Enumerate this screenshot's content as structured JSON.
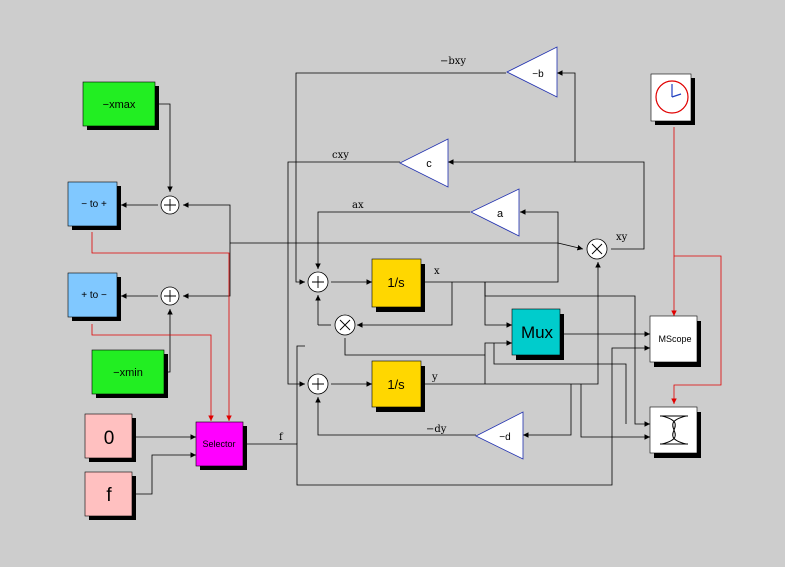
{
  "blocks": {
    "neg_xmax": {
      "label": "−xmax",
      "color": "#22ee22"
    },
    "neg_to_pos": {
      "label": "− to +",
      "color": "#80c8ff"
    },
    "pos_to_neg": {
      "label": "+ to −",
      "color": "#80c8ff"
    },
    "neg_xmin": {
      "label": "−xmin",
      "color": "#22ee22"
    },
    "const_zero": {
      "label": "0",
      "color": "#ffc0c0"
    },
    "const_f": {
      "label": "f",
      "color": "#ffc0c0"
    },
    "selector": {
      "label": "Selector",
      "color": "#ff00ff"
    },
    "integrator_x": {
      "label": "1/s",
      "color": "#ffd700"
    },
    "integrator_y": {
      "label": "1/s",
      "color": "#ffd700"
    },
    "mux": {
      "label": "Mux",
      "color": "#00cccc"
    },
    "mscope": {
      "label": "MScope",
      "color": "#ffffff"
    },
    "gain_b": {
      "label": "−b"
    },
    "gain_c": {
      "label": "c"
    },
    "gain_a": {
      "label": "a"
    },
    "gain_d": {
      "label": "−d"
    }
  },
  "signals": {
    "bxy": "−bxy",
    "cxy": "cxy",
    "ax": "ax",
    "xy": "xy",
    "x": "x",
    "y": "y",
    "dy": "−dy",
    "f": "f"
  },
  "colors": {
    "event_link": "#e00000",
    "background": "#cdcdcd",
    "shadow": "#000000"
  }
}
